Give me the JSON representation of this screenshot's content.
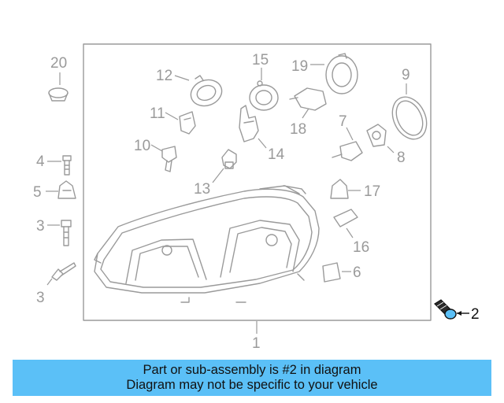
{
  "diagram": {
    "callouts": {
      "c1": "1",
      "c2": "2",
      "c3a": "3",
      "c3b": "3",
      "c4": "4",
      "c5": "5",
      "c6": "6",
      "c7": "7",
      "c8": "8",
      "c9": "9",
      "c10": "10",
      "c11": "11",
      "c12": "12",
      "c13": "13",
      "c14": "14",
      "c15": "15",
      "c16": "16",
      "c17": "17",
      "c18": "18",
      "c19": "19",
      "c20": "20"
    },
    "colors": {
      "line": "#9a9a9a",
      "highlight": "#111111",
      "banner": "#5bc0f7"
    }
  },
  "banner": {
    "line1": "Part or sub-assembly is #2 in diagram",
    "line2": "Diagram may not be specific to your vehicle"
  }
}
